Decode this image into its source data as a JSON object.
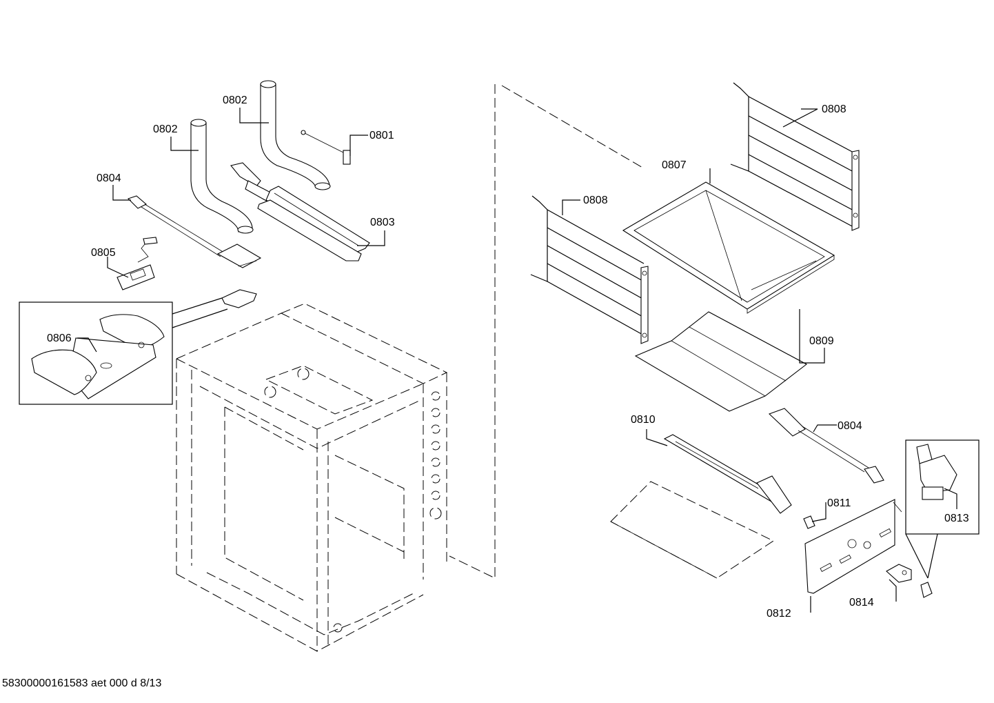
{
  "footer": {
    "doc_code": "58300000161583 aet 000 d 8/13"
  },
  "callouts": {
    "c0801": "0801",
    "c0802a": "0802",
    "c0802b": "0802",
    "c0803": "0803",
    "c0804a": "0804",
    "c0804b": "0804",
    "c0805": "0805",
    "c0806": "0806",
    "c0807": "0807",
    "c0808a": "0808",
    "c0808b": "0808",
    "c0809": "0809",
    "c0810": "0810",
    "c0811": "0811",
    "c0812": "0812",
    "c0813": "0813",
    "c0814": "0814"
  }
}
